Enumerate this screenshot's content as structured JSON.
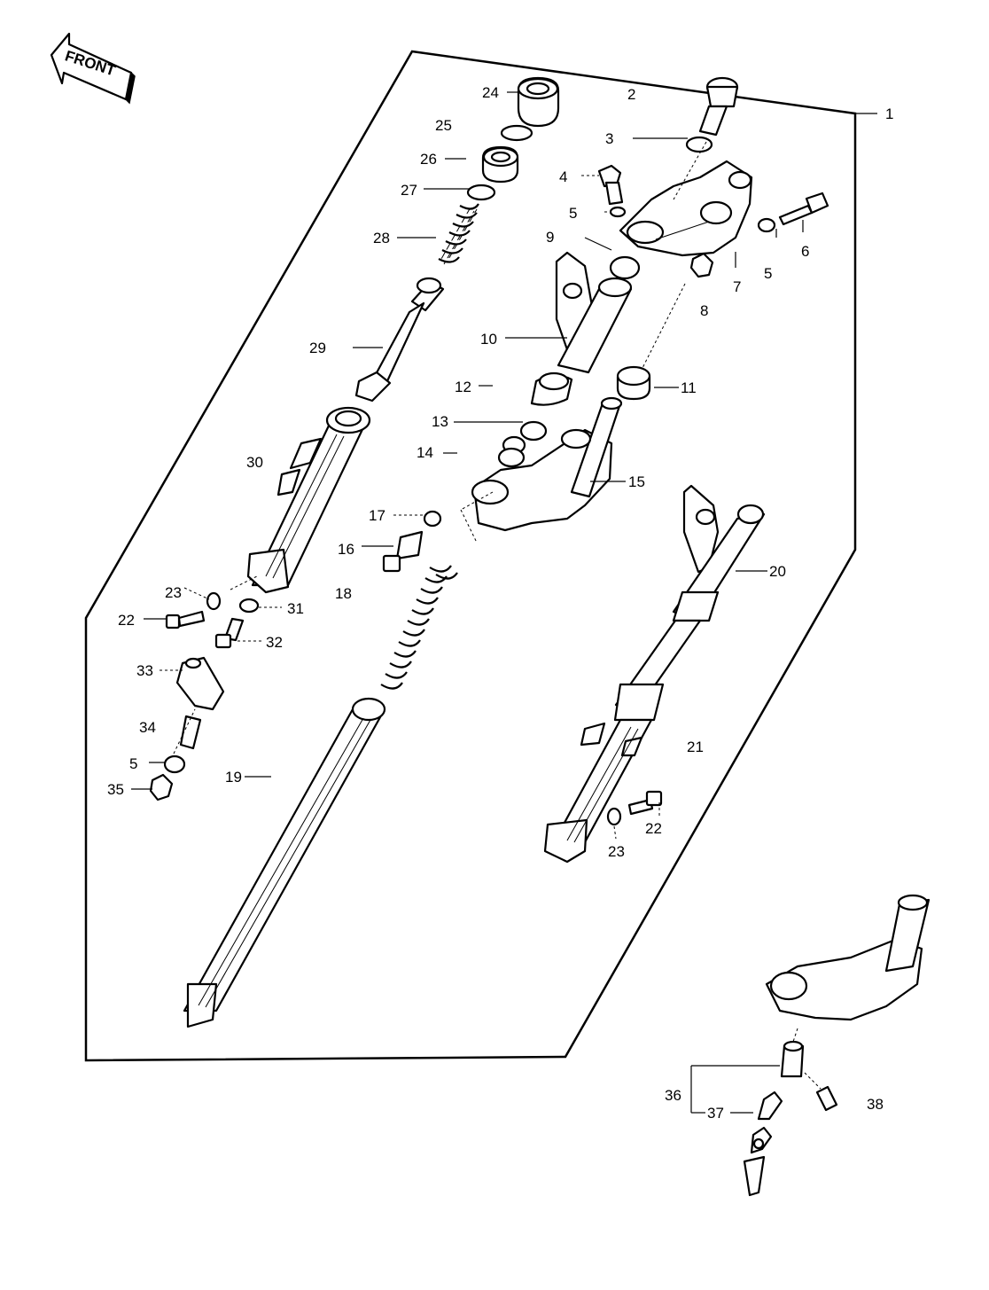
{
  "arrow": {
    "text": "FRONT"
  },
  "labels": [
    {
      "id": "1",
      "text": "1"
    },
    {
      "id": "2",
      "text": "2"
    },
    {
      "id": "3",
      "text": "3"
    },
    {
      "id": "4",
      "text": "4"
    },
    {
      "id": "5a",
      "text": "5"
    },
    {
      "id": "5b",
      "text": "5"
    },
    {
      "id": "5c",
      "text": "5"
    },
    {
      "id": "6",
      "text": "6"
    },
    {
      "id": "7",
      "text": "7"
    },
    {
      "id": "8",
      "text": "8"
    },
    {
      "id": "9",
      "text": "9"
    },
    {
      "id": "10",
      "text": "10"
    },
    {
      "id": "11",
      "text": "11"
    },
    {
      "id": "12",
      "text": "12"
    },
    {
      "id": "13",
      "text": "13"
    },
    {
      "id": "14",
      "text": "14"
    },
    {
      "id": "15",
      "text": "15"
    },
    {
      "id": "16",
      "text": "16"
    },
    {
      "id": "17",
      "text": "17"
    },
    {
      "id": "18",
      "text": "18"
    },
    {
      "id": "19",
      "text": "19"
    },
    {
      "id": "20",
      "text": "20"
    },
    {
      "id": "21",
      "text": "21"
    },
    {
      "id": "22a",
      "text": "22"
    },
    {
      "id": "22b",
      "text": "22"
    },
    {
      "id": "23a",
      "text": "23"
    },
    {
      "id": "23b",
      "text": "23"
    },
    {
      "id": "24",
      "text": "24"
    },
    {
      "id": "25",
      "text": "25"
    },
    {
      "id": "26",
      "text": "26"
    },
    {
      "id": "27",
      "text": "27"
    },
    {
      "id": "28",
      "text": "28"
    },
    {
      "id": "29",
      "text": "29"
    },
    {
      "id": "30",
      "text": "30"
    },
    {
      "id": "31",
      "text": "31"
    },
    {
      "id": "32",
      "text": "32"
    },
    {
      "id": "33",
      "text": "33"
    },
    {
      "id": "34",
      "text": "34"
    },
    {
      "id": "35",
      "text": "35"
    },
    {
      "id": "36",
      "text": "36"
    },
    {
      "id": "37",
      "text": "37"
    },
    {
      "id": "38",
      "text": "38"
    }
  ]
}
